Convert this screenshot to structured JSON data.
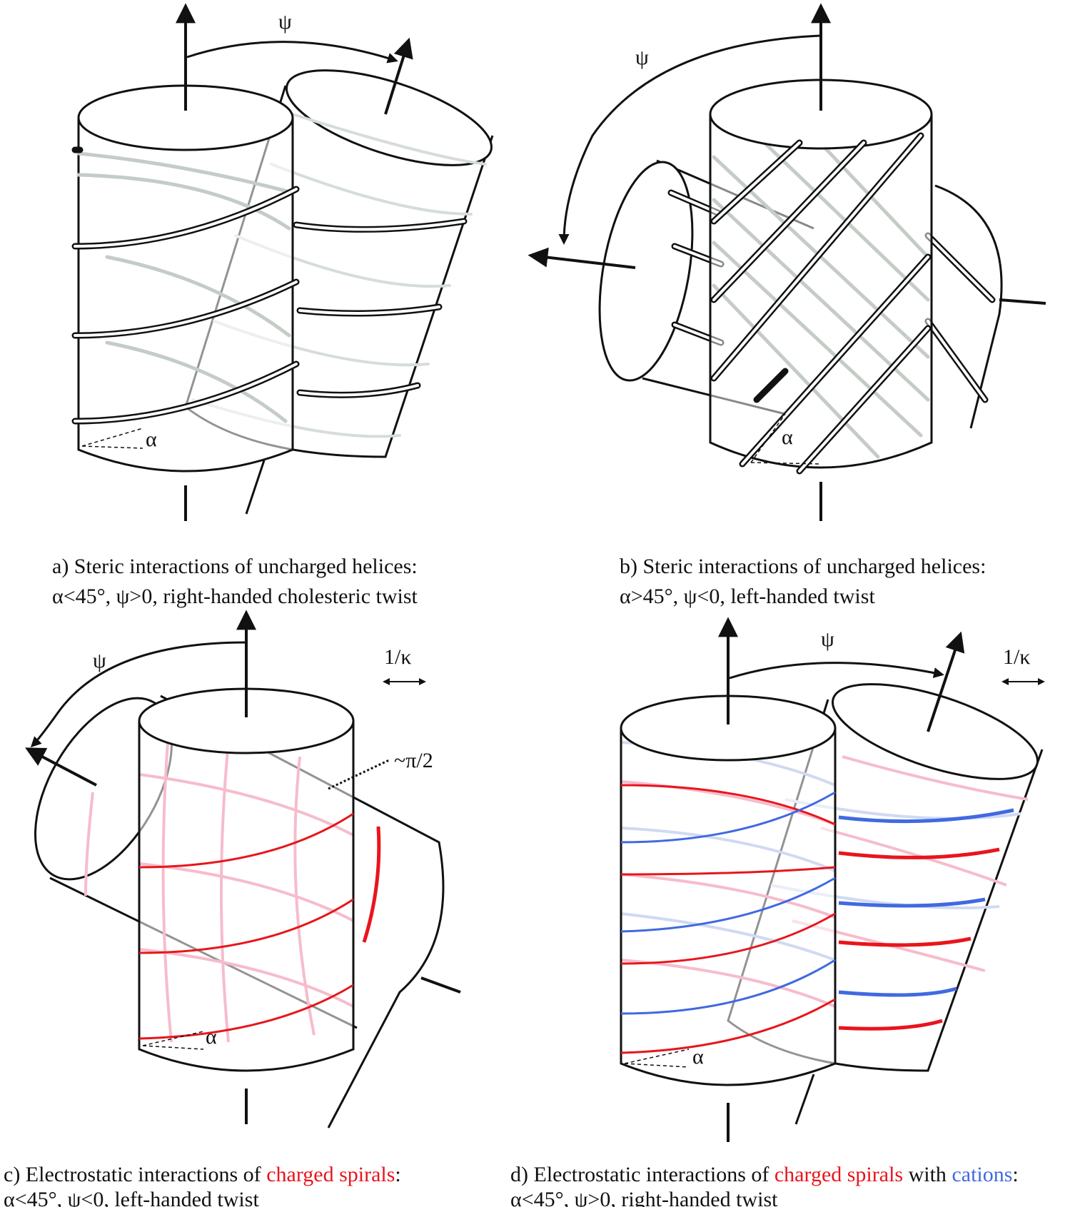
{
  "panels": {
    "a": {
      "psi": "ψ",
      "alpha": "α",
      "caption_line1": "a) Steric interactions of uncharged helices:",
      "caption_line2": "α<45°, ψ>0, right-handed cholesteric twist"
    },
    "b": {
      "psi": "ψ",
      "alpha": "α",
      "caption_line1": "b) Steric interactions of uncharged helices:",
      "caption_line2": "α>45°, ψ<0, left-handed twist"
    },
    "c": {
      "psi": "ψ",
      "alpha": "α",
      "kappa": "1/κ",
      "angle": "~π/2",
      "caption_pre": "c) Electrostatic interactions of ",
      "caption_red": "charged spirals",
      "caption_post": ":",
      "caption_line2": "α<45°, ψ<0, left-handed twist"
    },
    "d": {
      "psi": "ψ",
      "alpha": "α",
      "kappa": "1/κ",
      "caption_pre": "d) Electrostatic interactions of ",
      "caption_red": "charged spirals",
      "caption_mid": " with ",
      "caption_blue": "cations",
      "caption_post": ":",
      "caption_line2": "α<45°, ψ>0, right-handed twist"
    }
  },
  "colors": {
    "red": "#e8151c",
    "pink": "#f6bccc",
    "blue": "#4169e1",
    "light_blue": "#cfdaf2",
    "grey": "#c4ccc6"
  }
}
